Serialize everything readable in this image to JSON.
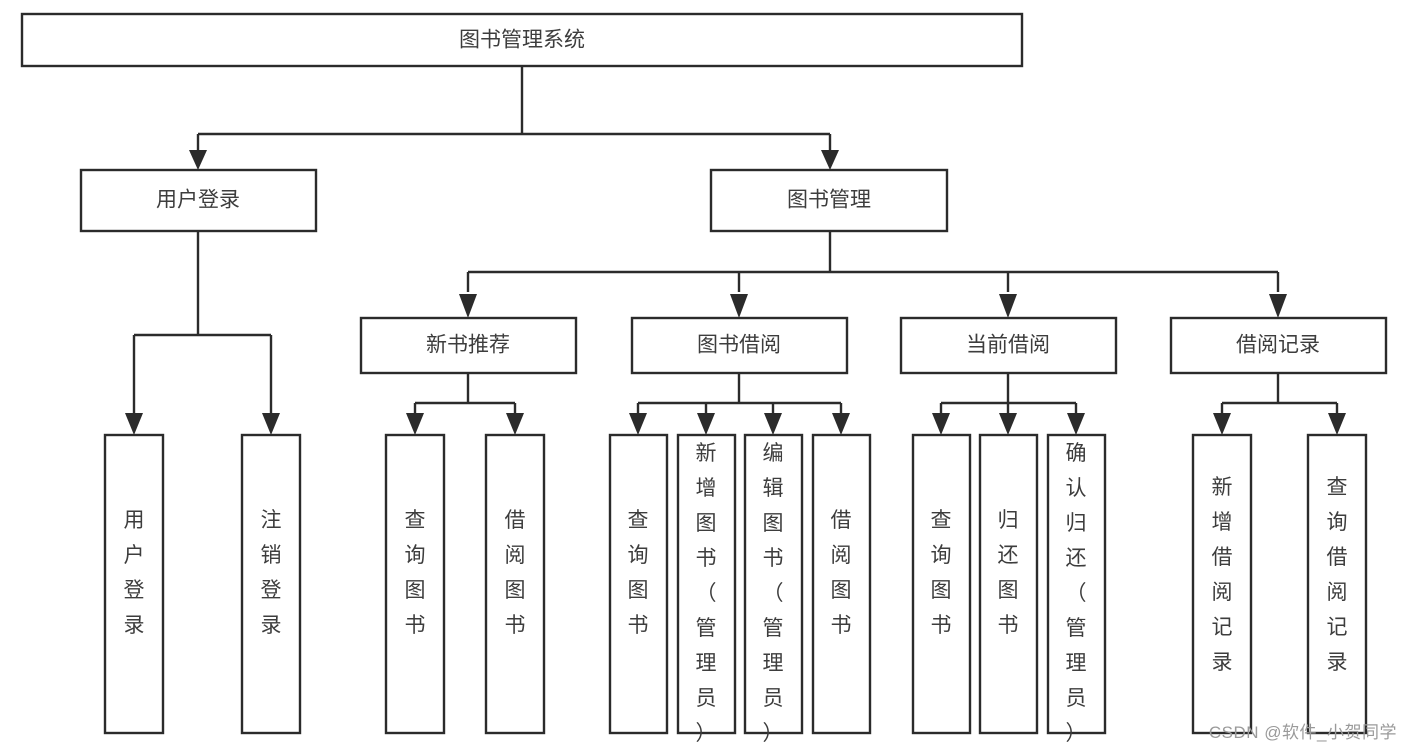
{
  "diagram": {
    "type": "tree-hierarchy",
    "title": "图书管理系统",
    "watermark": "CSDN @软件_小贺同学",
    "colors": {
      "box_stroke": "#2b2b2b",
      "box_fill": "#ffffff",
      "text": "#3d3d3d",
      "connector": "#2b2b2b",
      "background": "#ffffff",
      "watermark": "#9a9a9a"
    },
    "levels": {
      "root": {
        "label": "图书管理系统"
      },
      "level2": [
        {
          "id": "user-login",
          "label": "用户登录"
        },
        {
          "id": "book-management",
          "label": "图书管理"
        }
      ],
      "level3": [
        {
          "id": "new-book-recommend",
          "label": "新书推荐",
          "parent": "book-management"
        },
        {
          "id": "book-borrow",
          "label": "图书借阅",
          "parent": "book-management"
        },
        {
          "id": "current-borrow",
          "label": "当前借阅",
          "parent": "book-management"
        },
        {
          "id": "borrow-record",
          "label": "借阅记录",
          "parent": "book-management"
        }
      ],
      "leaves": [
        {
          "id": "leaf-user-login",
          "label": "用户登录",
          "parent": "user-login"
        },
        {
          "id": "leaf-logout",
          "label": "注销登录",
          "parent": "user-login"
        },
        {
          "id": "leaf-query-book-1",
          "label": "查询图书",
          "parent": "new-book-recommend"
        },
        {
          "id": "leaf-borrow-book-1",
          "label": "借阅图书",
          "parent": "new-book-recommend"
        },
        {
          "id": "leaf-query-book-2",
          "label": "查询图书",
          "parent": "book-borrow"
        },
        {
          "id": "leaf-add-book",
          "label": "新增图书（管理员）",
          "parent": "book-borrow"
        },
        {
          "id": "leaf-edit-book",
          "label": "编辑图书（管理员）",
          "parent": "book-borrow"
        },
        {
          "id": "leaf-borrow-book-2",
          "label": "借阅图书",
          "parent": "book-borrow"
        },
        {
          "id": "leaf-query-book-3",
          "label": "查询图书",
          "parent": "current-borrow"
        },
        {
          "id": "leaf-return-book",
          "label": "归还图书",
          "parent": "current-borrow"
        },
        {
          "id": "leaf-confirm-return",
          "label": "确认归还（管理员）",
          "parent": "current-borrow"
        },
        {
          "id": "leaf-add-record",
          "label": "新增借阅记录",
          "parent": "borrow-record"
        },
        {
          "id": "leaf-query-record",
          "label": "查询借阅记录",
          "parent": "borrow-record"
        }
      ]
    }
  }
}
